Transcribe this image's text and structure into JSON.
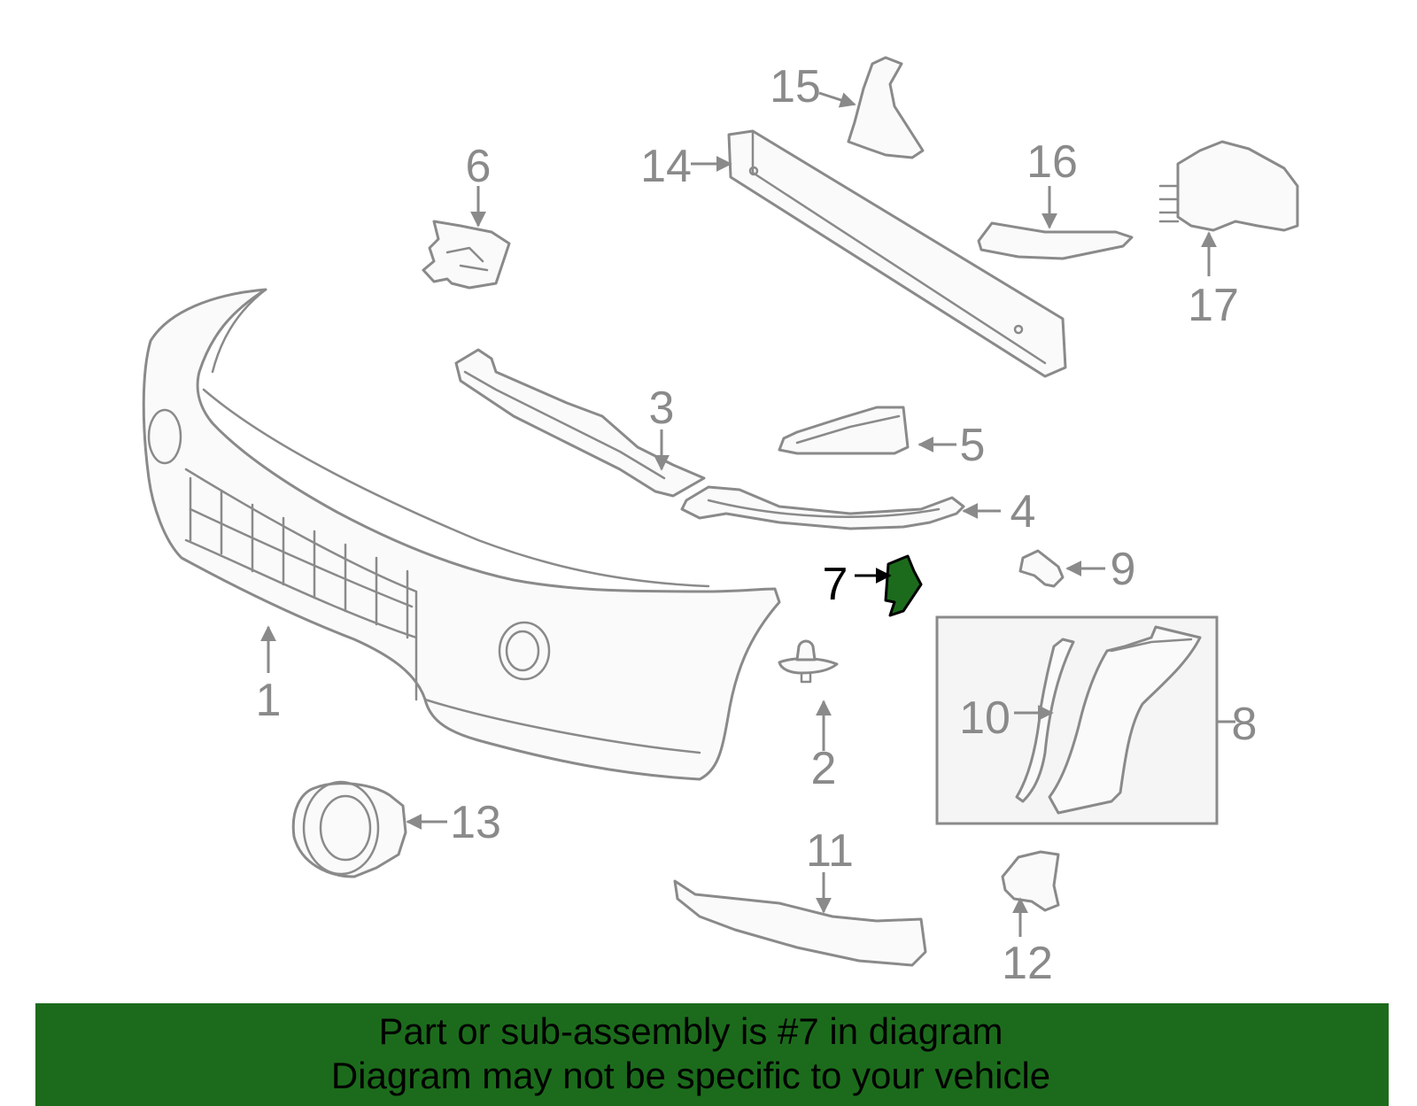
{
  "callouts": [
    "1",
    "2",
    "3",
    "4",
    "5",
    "6",
    "7",
    "8",
    "9",
    "10",
    "11",
    "12",
    "13",
    "14",
    "15",
    "16",
    "17"
  ],
  "highlighted_part": "7",
  "colors": {
    "highlight": "#1c6b1c",
    "line": "#8a8a8a",
    "banner": "#1c6b1c",
    "highlight_label": "#000000"
  },
  "banner": {
    "line1": "Part or sub-assembly is #7 in diagram",
    "line2": "Diagram may not be specific to your vehicle"
  }
}
